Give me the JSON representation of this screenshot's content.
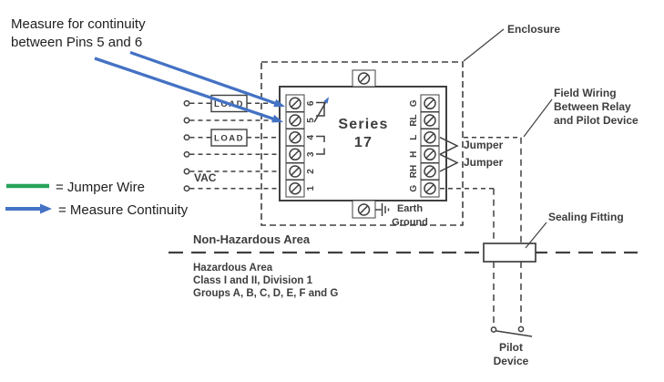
{
  "colors": {
    "diagram_line": "#404040",
    "annotation_blue": "#4472c4",
    "jumper_green": "#27a25a",
    "background": "#ffffff"
  },
  "note": {
    "line1": "Measure for continuity",
    "line2": "between Pins 5 and 6"
  },
  "legend": {
    "jumper": {
      "swatch": "green-line",
      "label": "= Jumper Wire"
    },
    "continuity": {
      "swatch": "blue-arrow",
      "label": "= Measure Continuity"
    }
  },
  "relay": {
    "title_line1": "Series",
    "title_line2": "17",
    "left_pins": [
      "6",
      "5",
      "4",
      "3",
      "2",
      "1"
    ],
    "right_pins": [
      "G",
      "RL",
      "L",
      "H",
      "RH",
      "G"
    ]
  },
  "labels": {
    "enclosure": "Enclosure",
    "field_wiring": [
      "Field Wiring",
      "Between Relay",
      "and Pilot Device"
    ],
    "jumper_top": "Jumper",
    "jumper_bottom": "Jumper",
    "load_top": "LOAD",
    "load_middle": "LOAD",
    "vac": "VAC",
    "earth": "Earth",
    "ground": "Ground",
    "sealing_fitting": "Sealing Fitting",
    "pilot": "Pilot",
    "device": "Device"
  },
  "areas": {
    "non_hazardous": "Non-Hazardous Area",
    "hazardous": "Hazardous Area",
    "class_division": "Class I and II, Division 1",
    "groups": "Groups A, B, C, D, E, F and G"
  }
}
